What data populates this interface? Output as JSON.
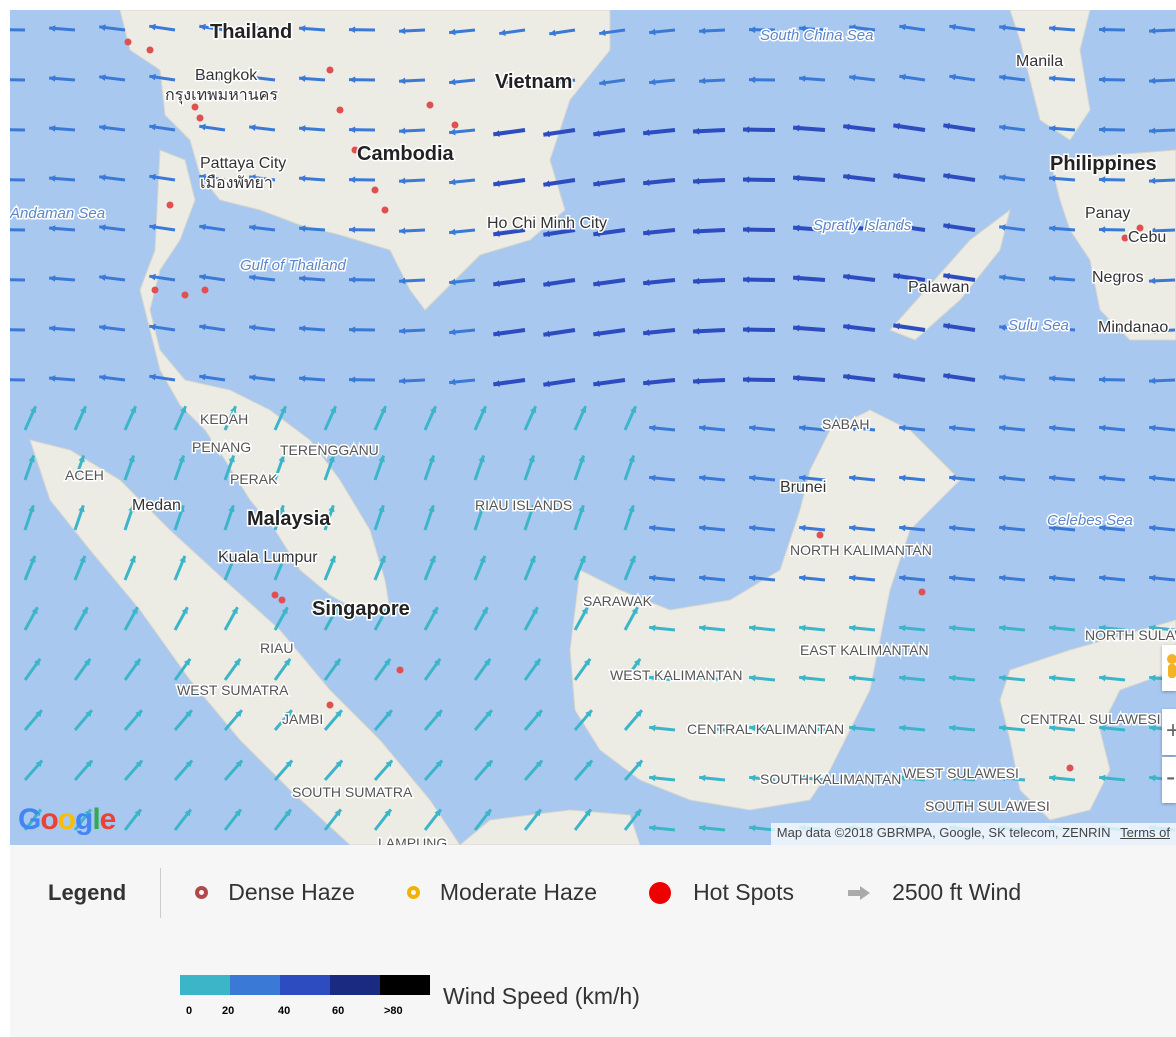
{
  "map": {
    "google_logo": "Google",
    "attribution": "Map data ©2018 GBRMPA, Google, SK telecom, ZENRIN",
    "terms": "Terms of",
    "zoom_in": "+",
    "zoom_out": "-",
    "country_labels": [
      "Thailand",
      "Vietnam",
      "Cambodia",
      "Philippines",
      "Malaysia",
      "Singapore"
    ],
    "city_labels": [
      "Bangkok",
      "กรุงเทพมหานคร",
      "Pattaya City",
      "เมืองพัทยา",
      "Ho Chi Minh City",
      "Manila",
      "Medan",
      "Kuala Lumpur",
      "Panay",
      "Cebu",
      "Negros",
      "Palawan",
      "Mindanao",
      "Brunei"
    ],
    "sea_labels": [
      "South China Sea",
      "Andaman Sea",
      "Gulf of Thailand",
      "Spratly Islands",
      "Sulu Sea",
      "Celebes Sea"
    ],
    "region_labels": [
      "KEDAH",
      "PENANG",
      "TERENGGANU",
      "PERAK",
      "ACEH",
      "RIAU ISLANDS",
      "SABAH",
      "NORTH KALIMANTAN",
      "SARAWAK",
      "EAST KALIMANTAN",
      "WEST KALIMANTAN",
      "CENTRAL KALIMANTAN",
      "SOUTH KALIMANTAN",
      "WEST SULAWESI",
      "SOUTH SULAWESI",
      "CENTRAL SULAWESI",
      "NORTH SULAWESI",
      "RIAU",
      "WEST SUMATRA",
      "JAMBI",
      "SOUTH SUMATRA",
      "LAMPUNG"
    ]
  },
  "legend": {
    "title": "Legend",
    "items": [
      {
        "label": "Dense Haze",
        "icon": "dense-haze-ring-icon",
        "color": "#b04a4a"
      },
      {
        "label": "Moderate Haze",
        "icon": "moderate-haze-ring-icon",
        "color": "#f0b400"
      },
      {
        "label": "Hot Spots",
        "icon": "hot-spot-dot-icon",
        "color": "#e00000"
      },
      {
        "label": "2500 ft Wind",
        "icon": "wind-arrow-icon",
        "color": "#aaaaaa"
      }
    ],
    "wind_scale": {
      "label": "Wind Speed (km/h)",
      "ticks": [
        "0",
        "20",
        "40",
        "60",
        ">80"
      ],
      "colors": [
        "#3db5c8",
        "#3a7ad6",
        "#2c4cc0",
        "#1a2a80",
        "#000000"
      ]
    }
  },
  "colors": {
    "water": "#a8c8f0",
    "land": "#ecebe4",
    "hotspot": "#e05050"
  }
}
